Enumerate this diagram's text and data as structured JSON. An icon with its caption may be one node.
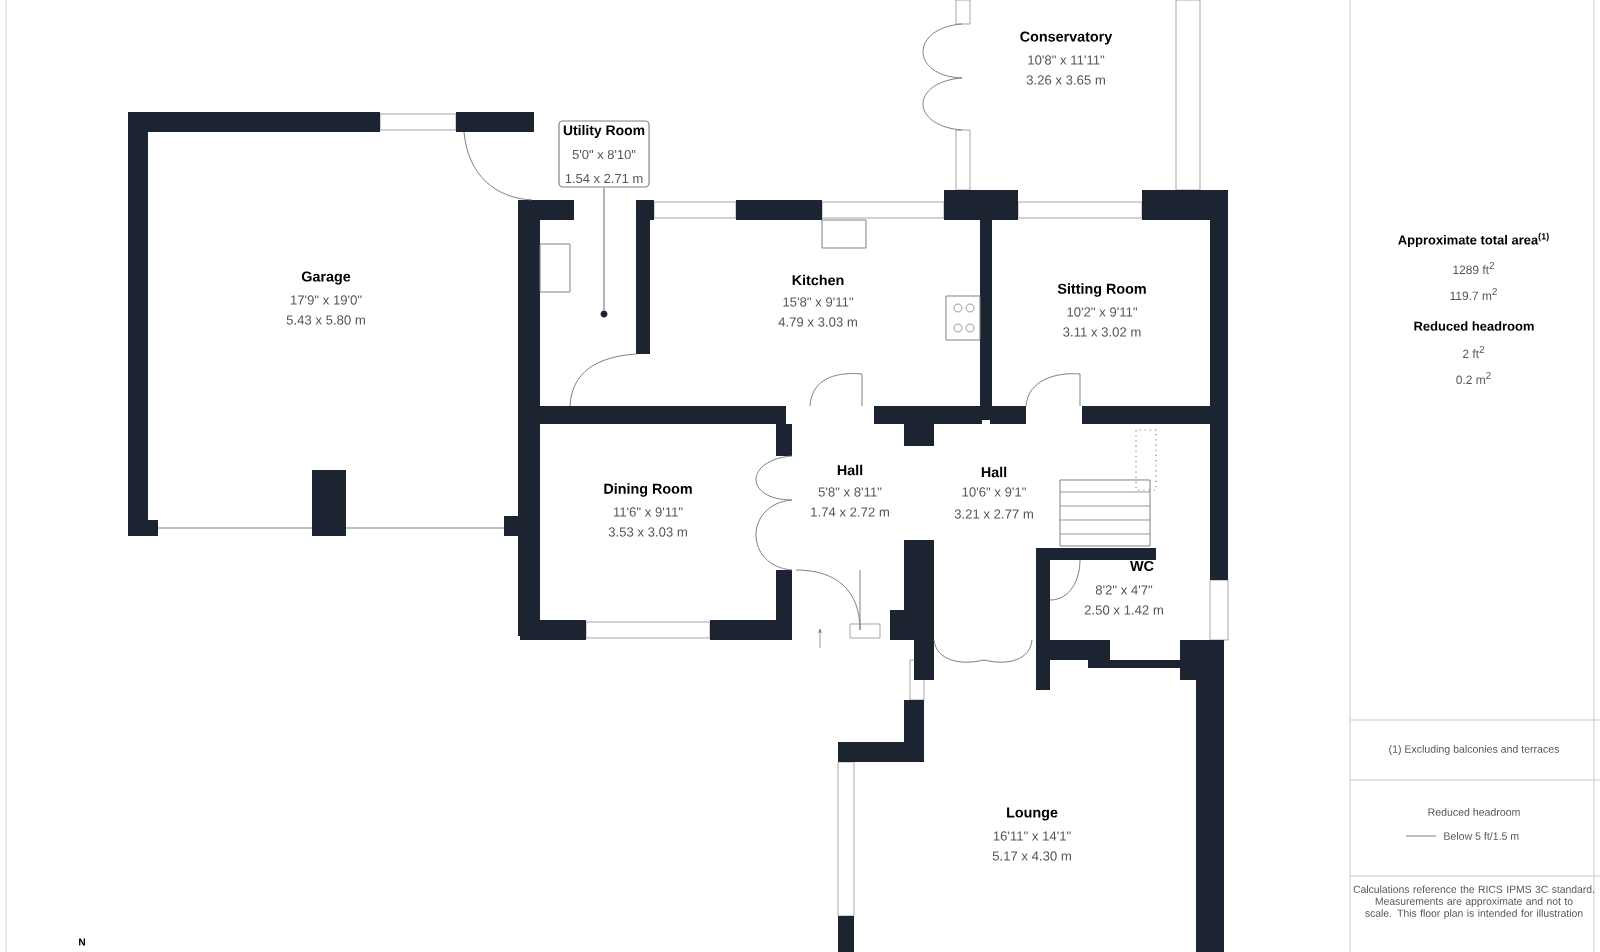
{
  "diagram": {
    "nodes": [
      {
        "text": [
          "Utility Room",
          "5'0\" x 8'10\"",
          "1.54 x 2.71 m"
        ]
      },
      {
        "text": [],
        "shape": "circle"
      }
    ],
    "edges": [
      {
        "from": 0,
        "to": 1,
        "arrow": "none"
      }
    ],
    "labels": [
      "Conservatory",
      "10'8\" x 11'11\"",
      "3.26 x 3.65 m",
      "Garage",
      "17'9\" x 19'0\"",
      "5.43 x 5.80 m",
      "Kitchen",
      "15'8\" x 9'11\"",
      "4.79 x 3.03 m",
      "Sitting Room",
      "10'2\" x 9'11\"",
      "3.11 x 3.02 m",
      "Dining Room",
      "11'6\" x 9'11\"",
      "3.53 x 3.03 m",
      "Hall",
      "5'8\" x 8'11\"",
      "1.74 x 2.72 m",
      "Hall",
      "10'6\" x 9'1\"",
      "3.21 x 2.77 m",
      "WC",
      "8'2\" x 4'7\"",
      "2.50 x 1.42 m",
      "Lounge",
      "16'11\" x 14'1\"",
      "5.17 x 4.30 m",
      "N",
      "Approximate total area$^{(1)}$",
      "1289 ft$^{2}$",
      "119.7 m$^{2}$",
      "Reduced headroom",
      "2 ft$^{2}$",
      "0.2 m$^{2}$",
      "(1) Excluding balconies and terraces",
      "Reduced headroom",
      "Calculations reference the RICS IPMS 3C standard. Measurements are approximate and not to scale. This floor plan is intended for illustration"
    ],
    "legend": [
      {
        "text": "Below 5 ft/1.5 m"
      }
    ]
  }
}
